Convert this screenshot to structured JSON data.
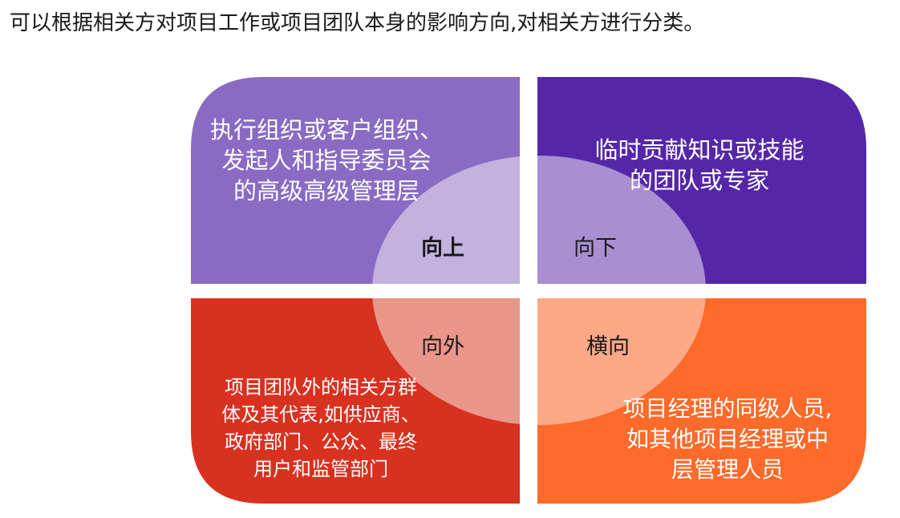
{
  "heading": "可以根据相关方对项目工作或项目团队本身的影响方向,对相关方进行分类。",
  "colors": {
    "top_left": "#8a6bc4",
    "top_right": "#5527a8",
    "bottom_left": "#d9311f",
    "bottom_right": "#fd6a2a",
    "lens_top_left": "#c3b1de",
    "lens_top_right": "#a98fd2",
    "lens_bottom_left": "#ea968a",
    "lens_bottom_right": "#fda887"
  },
  "quadrants": {
    "top_left": {
      "lines": [
        "执行组织或客户组织、",
        "发起人和指导委员会",
        "的高级高级管理层"
      ],
      "direction": "向上"
    },
    "top_right": {
      "lines": [
        "临时贡献知识或技能",
        "的团队或专家"
      ],
      "direction": "向下"
    },
    "bottom_left": {
      "lines": [
        "项目团队外的相关方群",
        "体及其代表,如供应商、",
        "政府部门、公众、最终",
        "用户和监管部门"
      ],
      "direction": "向外"
    },
    "bottom_right": {
      "lines": [
        "项目经理的同级人员,",
        "如其他项目经理或中",
        "层管理人员"
      ],
      "direction": "横向"
    }
  }
}
